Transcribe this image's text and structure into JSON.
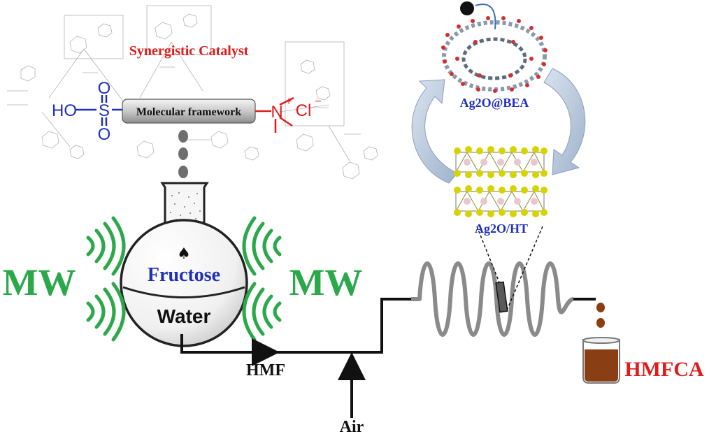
{
  "title_catalyst": "Synergistic Catalyst",
  "framework_label": "Molecular framework",
  "acid_group": {
    "ho": "HO",
    "s": "S",
    "o_top": "O",
    "o_bottom": "O"
  },
  "ammonium_group": {
    "n": "N",
    "plus": "+",
    "cl": "Cl",
    "minus": "−"
  },
  "flask": {
    "top_label": "Fructose",
    "bottom_label": "Water",
    "stir_symbol": "♠"
  },
  "microwave": {
    "left": "MW",
    "right": "MW"
  },
  "flow": {
    "hmf": "HMF",
    "air": "Air",
    "product": "HMFCA"
  },
  "catalysts": {
    "bea": "Ag2O@BEA",
    "ht": "Ag2O/HT"
  },
  "colors": {
    "red": "#e01b1b",
    "blue": "#1f2fbf",
    "green": "#2aa84a",
    "coil": "#8a8a8a",
    "liquid": "#8a3e14",
    "cycle_arrow": "#b8c8dc"
  }
}
